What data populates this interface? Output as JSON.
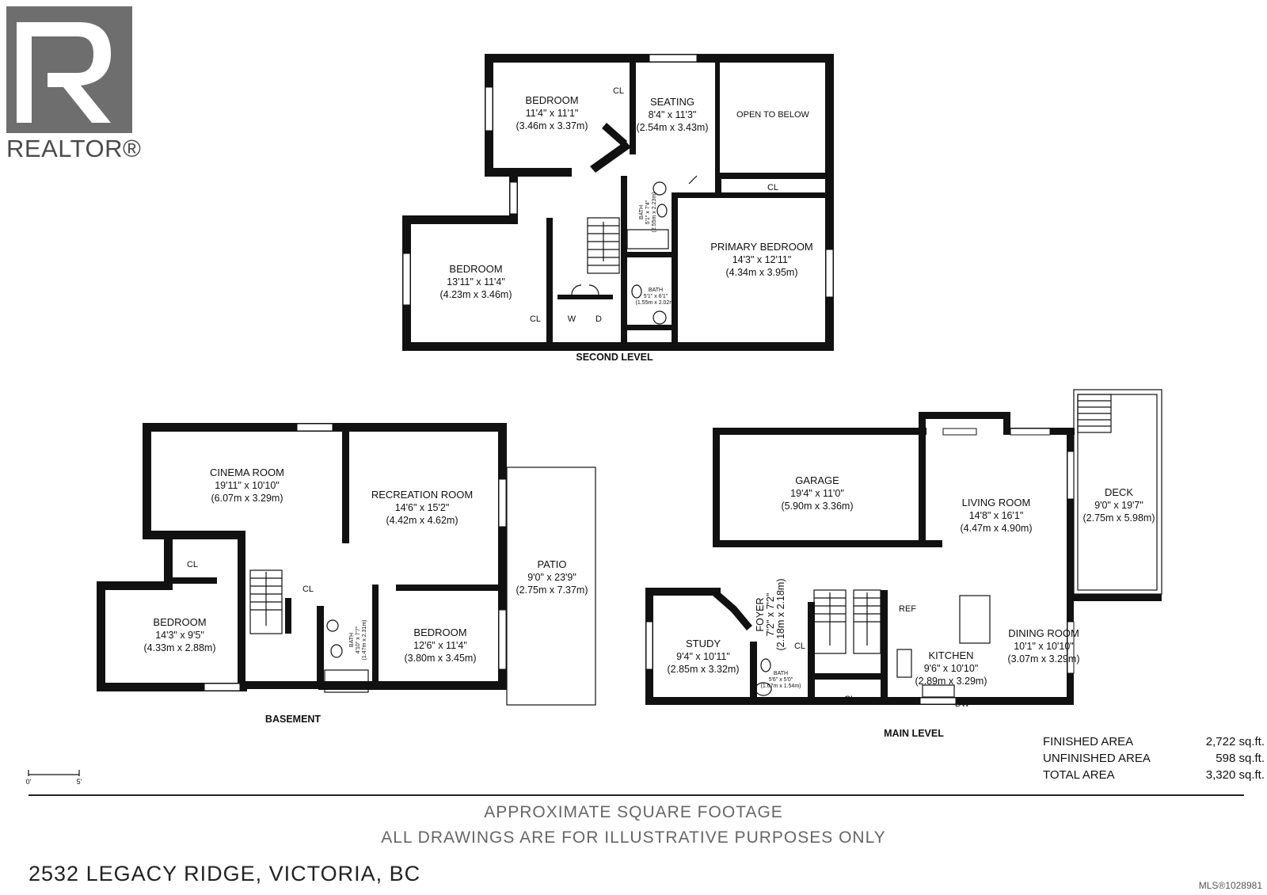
{
  "logo": {
    "wordmark": "REALTOR®",
    "brand_color": "#6e6e6e"
  },
  "levels": {
    "second": "SECOND LEVEL",
    "basement": "BASEMENT",
    "main": "MAIN LEVEL"
  },
  "rooms": {
    "second_bed_a": {
      "name": "BEDROOM",
      "imperial": "11'4\" x 11'1\"",
      "metric": "(3.46m x 3.37m)"
    },
    "seating": {
      "name": "SEATING",
      "imperial": "8'4\" x 11'3\"",
      "metric": "(2.54m x 3.43m)"
    },
    "open_below": {
      "name": "OPEN TO BELOW"
    },
    "second_bed_b": {
      "name": "BEDROOM",
      "imperial": "13'11\" x 11'4\"",
      "metric": "(4.23m x 3.46m)"
    },
    "primary": {
      "name": "PRIMARY BEDROOM",
      "imperial": "14'3\" x 12'11\"",
      "metric": "(4.34m x 3.95m)"
    },
    "bath_upper": {
      "name": "BATH",
      "imperial": "5'1\" x 7'4\"",
      "metric": "(2.55m x 2.23m)"
    },
    "bath_ensuite": {
      "name": "BATH",
      "imperial": "5'1\" x 6'1\"",
      "metric": "(1.55m x 2.02m)"
    },
    "cinema": {
      "name": "CINEMA ROOM",
      "imperial": "19'11\" x 10'10\"",
      "metric": "(6.07m x 3.29m)"
    },
    "recreation": {
      "name": "RECREATION ROOM",
      "imperial": "14'6\" x 15'2\"",
      "metric": "(4.42m x 4.62m)"
    },
    "patio": {
      "name": "PATIO",
      "imperial": "9'0\" x 23'9\"",
      "metric": "(2.75m x 7.37m)"
    },
    "base_bed_a": {
      "name": "BEDROOM",
      "imperial": "14'3\" x 9'5\"",
      "metric": "(4.33m x 2.88m)"
    },
    "base_bed_b": {
      "name": "BEDROOM",
      "imperial": "12'6\" x 11'4\"",
      "metric": "(3.80m x 3.45m)"
    },
    "bath_base": {
      "name": "BATH",
      "imperial": "4'10\" x 7'7\"",
      "metric": "(1.47m x 2.31m)"
    },
    "garage": {
      "name": "GARAGE",
      "imperial": "19'4\" x 11'0\"",
      "metric": "(5.90m x 3.36m)"
    },
    "living": {
      "name": "LIVING ROOM",
      "imperial": "14'8\" x 16'1\"",
      "metric": "(4.47m x 4.90m)"
    },
    "deck": {
      "name": "DECK",
      "imperial": "9'0\" x 19'7\"",
      "metric": "(2.75m x 5.98m)"
    },
    "foyer": {
      "name": "FOYER",
      "imperial": "7'2\" x 7'2\"",
      "metric": "(2.18m x 2.18m)"
    },
    "study": {
      "name": "STUDY",
      "imperial": "9'4\" x 10'11\"",
      "metric": "(2.85m x 3.32m)"
    },
    "dining": {
      "name": "DINING ROOM",
      "imperial": "10'1\" x 10'10\"",
      "metric": "(3.07m x 3.29m)"
    },
    "kitchen": {
      "name": "KITCHEN",
      "imperial": "9'6\" x 10'10\"",
      "metric": "(2.89m x 3.29m)"
    },
    "bath_main": {
      "name": "BATH",
      "imperial": "5'6\" x 5'0\"",
      "metric": "(1.67m x 1.54m)"
    }
  },
  "tags": {
    "closet": "CL",
    "washer": "W",
    "dryer": "D",
    "fridge": "REF",
    "dishwasher": "DW"
  },
  "scale": {
    "start": "0'",
    "end": "5'"
  },
  "areas": [
    {
      "name": "FINISHED AREA",
      "value": "2,722 sq.ft."
    },
    {
      "name": "UNFINISHED AREA",
      "value": "598 sq.ft."
    },
    {
      "name": "TOTAL AREA",
      "value": "3,320 sq.ft."
    }
  ],
  "disclaimer": {
    "line1": "APPROXIMATE SQUARE FOOTAGE",
    "line2": "ALL DRAWINGS ARE FOR ILLUSTRATIVE PURPOSES ONLY"
  },
  "address": "2532 LEGACY RIDGE, VICTORIA, BC",
  "mls": "MLS®1028981"
}
